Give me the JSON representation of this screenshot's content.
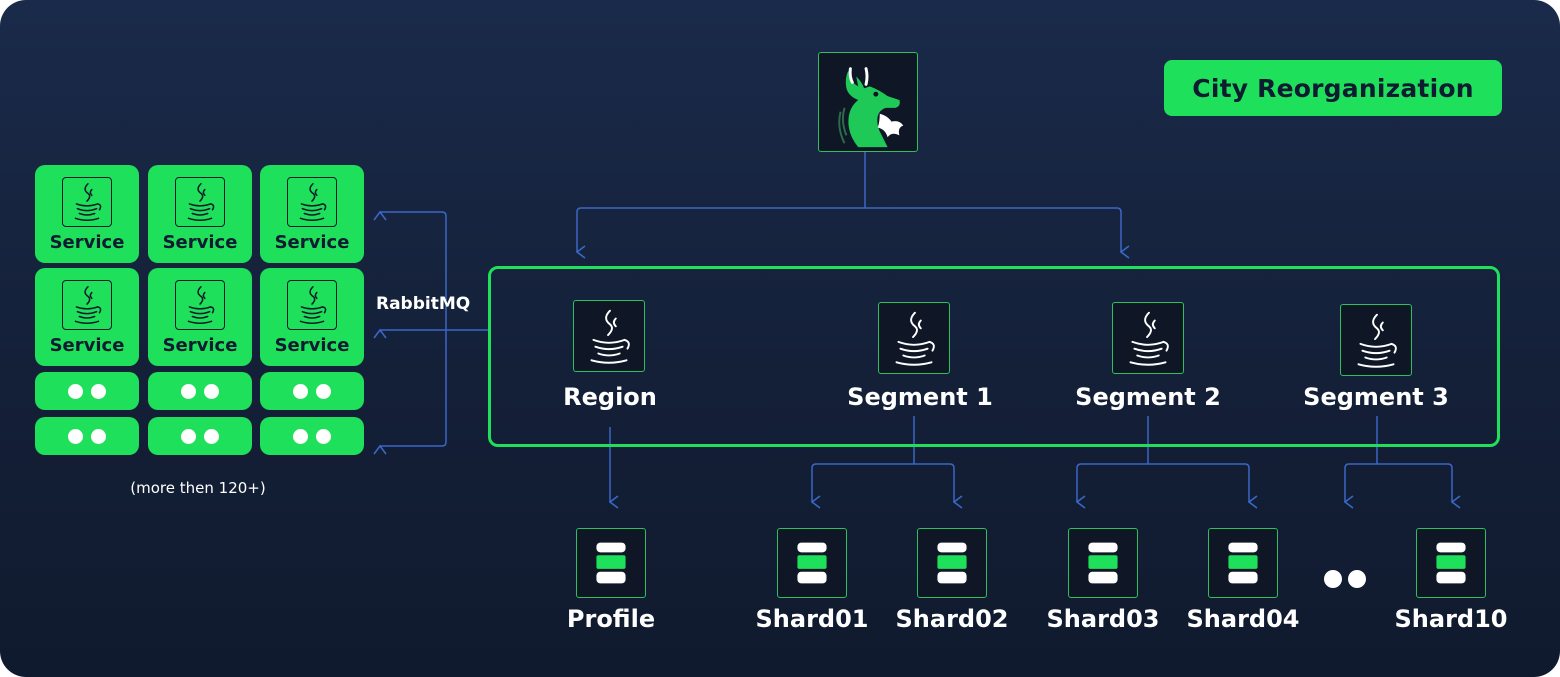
{
  "title": "City Reorganization",
  "services": {
    "label": "Service",
    "note": "(more then 120+)"
  },
  "queue": {
    "label": "RabbitMQ"
  },
  "nodes": [
    {
      "label": "Region"
    },
    {
      "label": "Segment 1"
    },
    {
      "label": "Segment 2"
    },
    {
      "label": "Segment 3"
    }
  ],
  "databases": [
    {
      "label": "Profile"
    },
    {
      "label": "Shard01"
    },
    {
      "label": "Shard02"
    },
    {
      "label": "Shard03"
    },
    {
      "label": "Shard04"
    },
    {
      "label": "Shard10"
    }
  ],
  "icons": {
    "top": "dragon-logo-icon",
    "node": "java-icon",
    "database": "database-icon",
    "ellipsis": "ellipsis-dots-icon"
  },
  "colors": {
    "background": "#142038",
    "accent": "#1fe05a",
    "connector": "#3b67c6",
    "text": "#ffffff"
  }
}
